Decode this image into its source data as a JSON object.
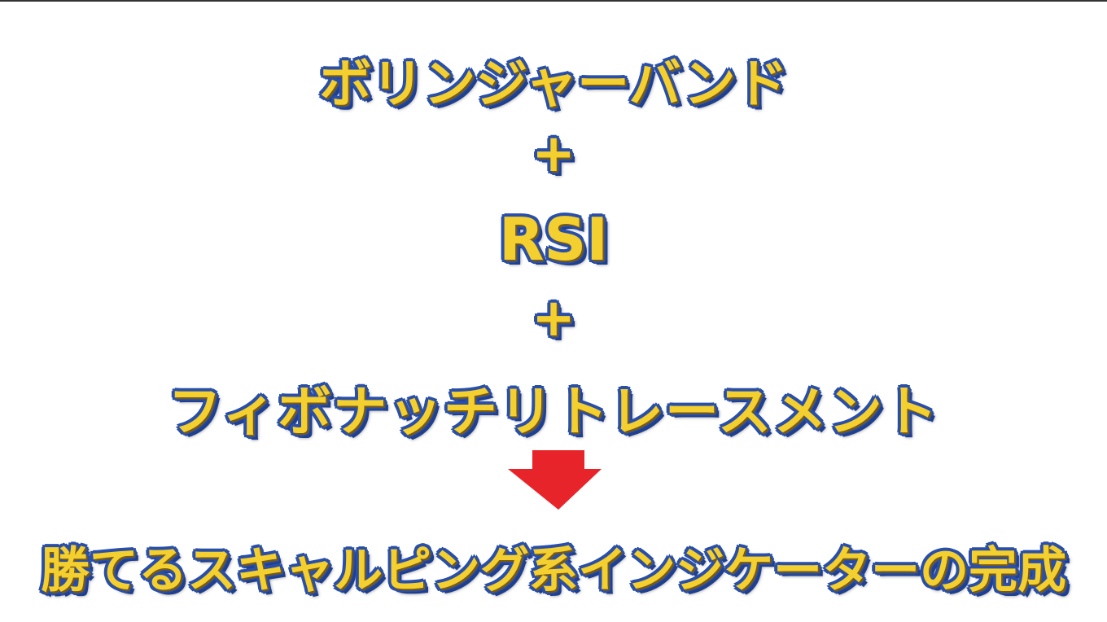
{
  "lines": {
    "bollinger": "ボリンジャーバンド",
    "plus1": "+",
    "rsi": "RSI",
    "plus2": "+",
    "fibonacci": "フィボナッチリトレースメント",
    "result": "勝てるスキャルピング系インジケーターの完成"
  },
  "colors": {
    "text": "#f3cf2f",
    "outline": "#2a4fa8",
    "arrow": "#e8242b"
  },
  "icons": {
    "arrow": "arrow-down-icon"
  }
}
